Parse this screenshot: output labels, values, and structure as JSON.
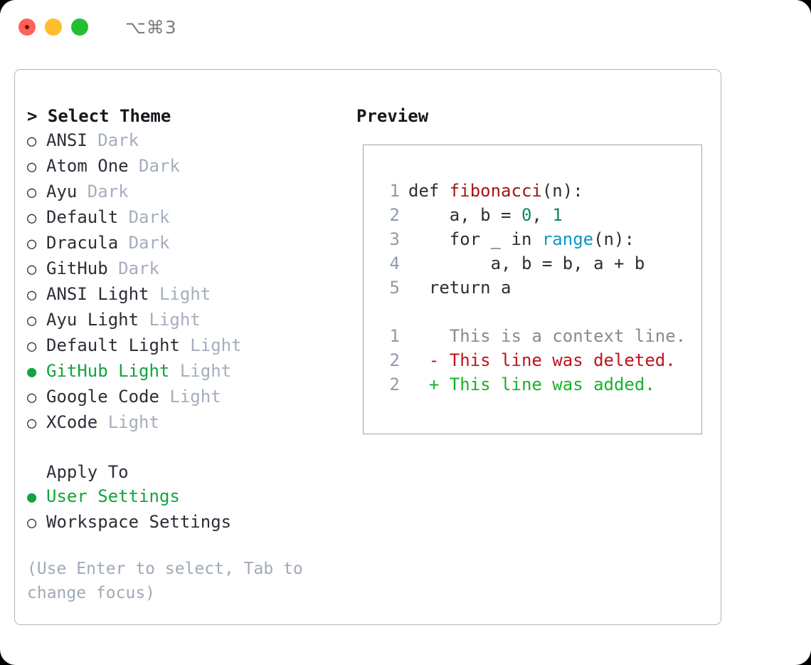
{
  "titlebar": {
    "shortcut": "⌥⌘3",
    "buttons": [
      {
        "name": "close",
        "color": "#FF6058"
      },
      {
        "name": "minimize",
        "color": "#FFBD2E"
      },
      {
        "name": "maximize",
        "color": "#22C02F"
      }
    ]
  },
  "theme_list": {
    "header": "> Select Theme",
    "marker_selected": "●",
    "marker_unselected": "○",
    "items": [
      {
        "label": "ANSI",
        "variant": "Dark",
        "selected": false
      },
      {
        "label": "Atom One",
        "variant": "Dark",
        "selected": false
      },
      {
        "label": "Ayu",
        "variant": "Dark",
        "selected": false
      },
      {
        "label": "Default",
        "variant": "Dark",
        "selected": false
      },
      {
        "label": "Dracula",
        "variant": "Dark",
        "selected": false
      },
      {
        "label": "GitHub",
        "variant": "Dark",
        "selected": false
      },
      {
        "label": "ANSI Light",
        "variant": "Light",
        "selected": false
      },
      {
        "label": "Ayu Light",
        "variant": "Light",
        "selected": false
      },
      {
        "label": "Default Light",
        "variant": "Light",
        "selected": false
      },
      {
        "label": "GitHub Light",
        "variant": "Light",
        "selected": true
      },
      {
        "label": "Google Code",
        "variant": "Light",
        "selected": false
      },
      {
        "label": "XCode",
        "variant": "Light",
        "selected": false
      }
    ]
  },
  "apply_to": {
    "heading": "Apply To",
    "items": [
      {
        "label": "User Settings",
        "selected": true
      },
      {
        "label": "Workspace Settings",
        "selected": false
      }
    ]
  },
  "help_text": "(Use Enter to select, Tab to change focus)",
  "preview": {
    "title": "Preview",
    "code_lines": [
      {
        "num": "1",
        "segments": [
          {
            "text": "def ",
            "kind": "plain"
          },
          {
            "text": "fibonacci",
            "kind": "func"
          },
          {
            "text": "(n):",
            "kind": "plain"
          }
        ]
      },
      {
        "num": "2",
        "segments": [
          {
            "text": "    a, b = ",
            "kind": "plain"
          },
          {
            "text": "0",
            "kind": "num"
          },
          {
            "text": ", ",
            "kind": "plain"
          },
          {
            "text": "1",
            "kind": "num"
          }
        ]
      },
      {
        "num": "3",
        "segments": [
          {
            "text": "    for _ in ",
            "kind": "plain"
          },
          {
            "text": "range",
            "kind": "call"
          },
          {
            "text": "(n):",
            "kind": "plain"
          }
        ]
      },
      {
        "num": "4",
        "segments": [
          {
            "text": "        a, b = b, a + b",
            "kind": "plain"
          }
        ]
      },
      {
        "num": "5",
        "segments": [
          {
            "text": "  return a",
            "kind": "plain"
          }
        ]
      }
    ],
    "diff_lines": [
      {
        "num": "1",
        "marker": " ",
        "text": "This is a context line.",
        "kind": "ctx"
      },
      {
        "num": "2",
        "marker": "-",
        "text": "This line was deleted.",
        "kind": "del"
      },
      {
        "num": "2",
        "marker": "+",
        "text": "This line was added.",
        "kind": "add"
      }
    ]
  },
  "colors": {
    "accent_green": "#14A33E",
    "muted": "#A5AEBD",
    "panel_border": "#AEB6C4",
    "preview_border": "#9AA4B4",
    "syntax_function": "#A31515",
    "syntax_number": "#0A8A63",
    "syntax_call": "#1295C4",
    "diff_context": "#8A8A8A",
    "diff_deleted": "#C1121C",
    "diff_added": "#15B328"
  }
}
